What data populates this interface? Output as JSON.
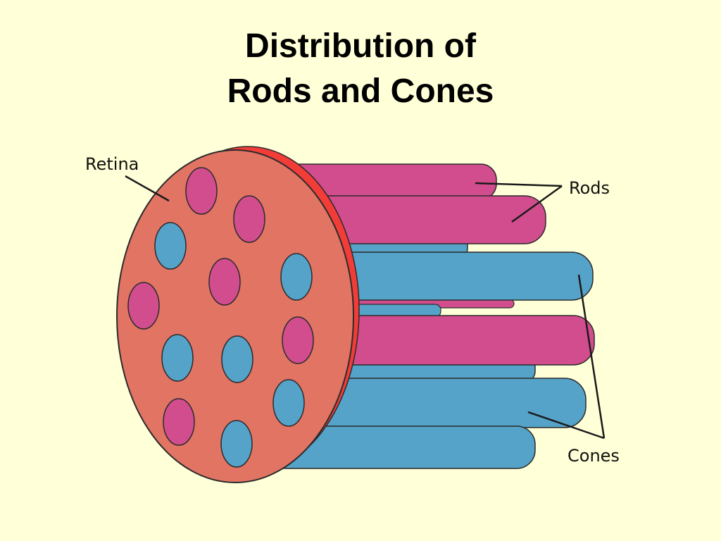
{
  "title": {
    "line1": "Distribution of",
    "line2": "Rods and Cones"
  },
  "labels": {
    "retina": "Retina",
    "rods": "Rods",
    "cones": "Cones"
  },
  "colors": {
    "background": "#ffffd8",
    "retina_face": "#e27464",
    "retina_rim": "#f23c38",
    "rod": "#d24d8e",
    "cone": "#55a3c8"
  }
}
